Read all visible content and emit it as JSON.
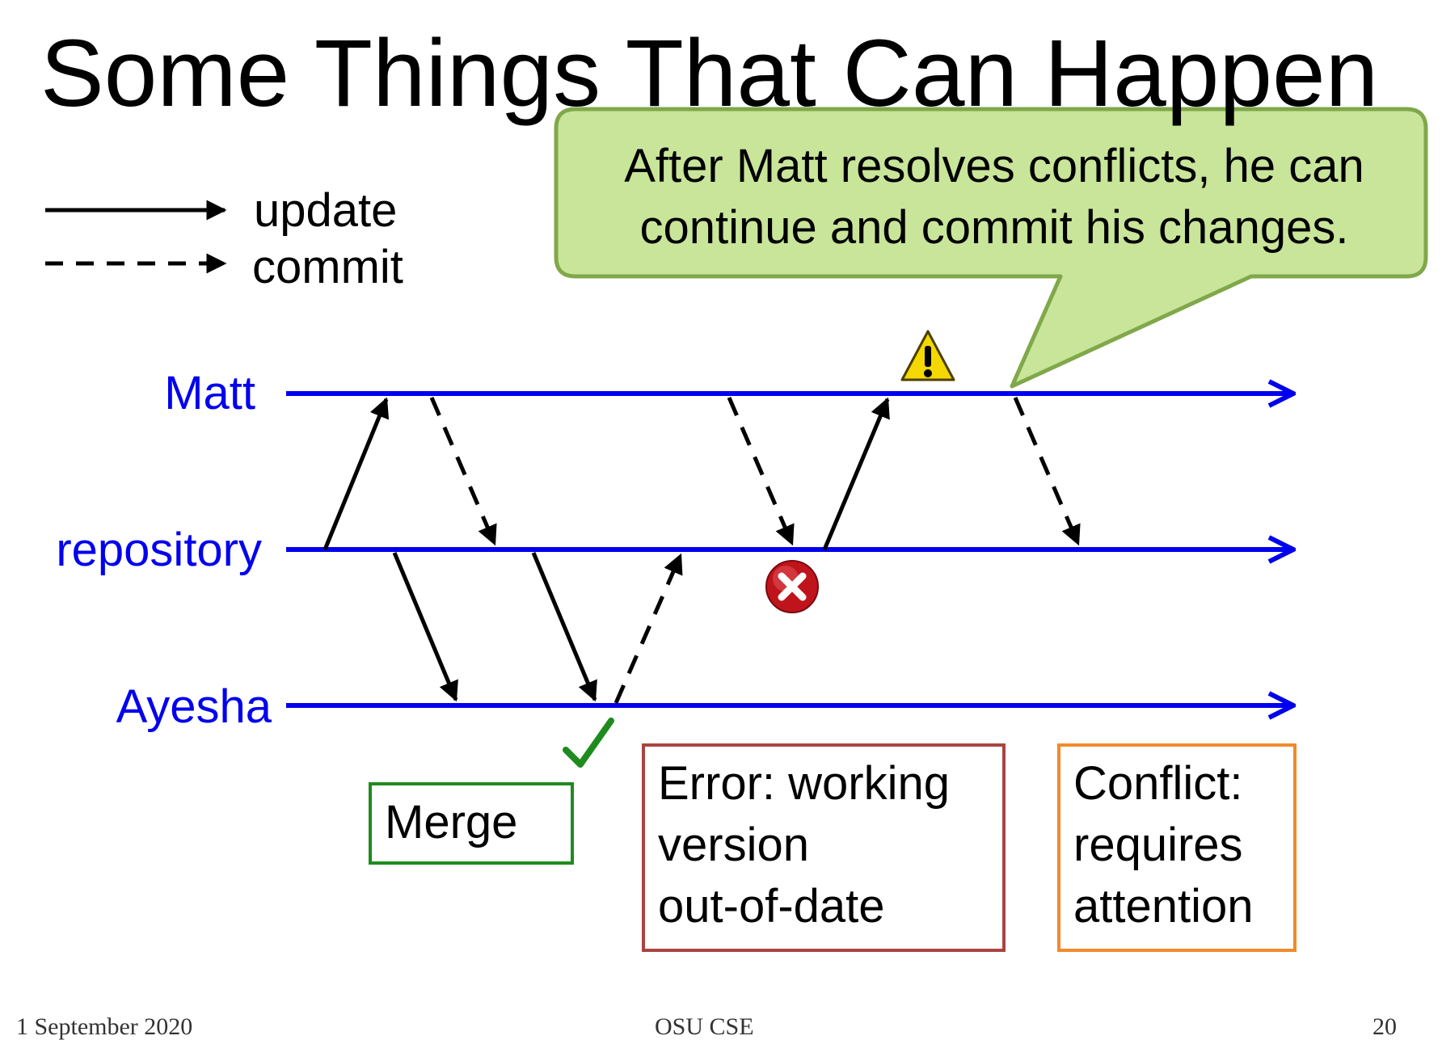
{
  "slide": {
    "title": "Some Things That Can Happen",
    "legend": [
      {
        "label": "update",
        "style": "solid"
      },
      {
        "label": "commit",
        "style": "dashed"
      }
    ],
    "lanes": [
      "Matt",
      "repository",
      "Ayesha"
    ],
    "callout": {
      "lines": [
        "After Matt resolves conflicts, he can",
        "continue and commit his changes."
      ],
      "fill": "#c8e59a",
      "border": "#80a84a"
    },
    "boxes": {
      "merge": {
        "lines": [
          "Merge"
        ],
        "border": "#1e8b1e"
      },
      "error": {
        "lines": [
          "Error: working",
          "version",
          "out-of-date"
        ],
        "border": "#a94442"
      },
      "conflict": {
        "lines": [
          "Conflict:",
          "requires",
          "attention"
        ],
        "border": "#f08a2c"
      }
    },
    "footer": {
      "date": "1 September 2020",
      "center": "OSU CSE",
      "page": "20"
    }
  },
  "colors": {
    "lane": "#0000ee",
    "arrow": "#000000",
    "check": "#1e8b1e",
    "error_icon": "#c0141c",
    "warning_icon": "#f5d800"
  },
  "icons": [
    "warning-icon",
    "error-icon",
    "checkmark-icon"
  ]
}
